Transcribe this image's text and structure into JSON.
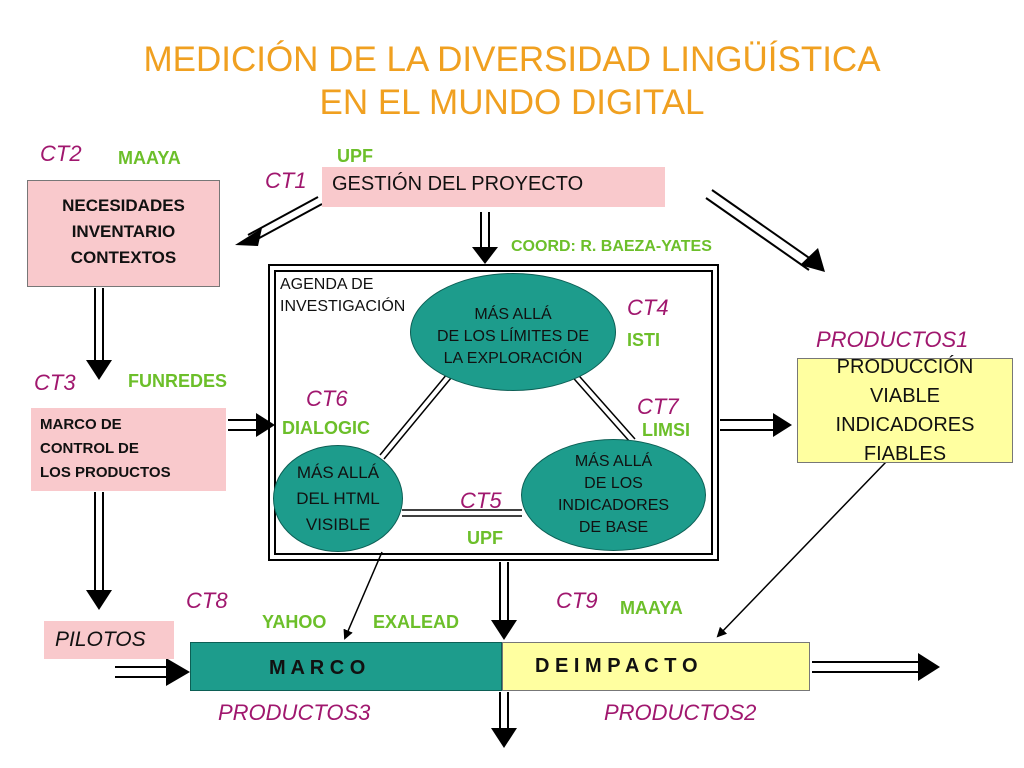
{
  "title": {
    "line1": "MEDICIÓN DE LA DIVERSIDAD LINGÜÍSTICA",
    "line2": "EN EL MUNDO DIGITAL"
  },
  "labels": {
    "ct1": "CT1",
    "ct2": "CT2",
    "ct3": "CT3",
    "ct4": "CT4",
    "ct5": "CT5",
    "ct6": "CT6",
    "ct7": "CT7",
    "ct8": "CT8",
    "ct9": "CT9"
  },
  "orgs": {
    "maaya_top": "MAAYA",
    "upf_top": "UPF",
    "coord": "COORD: R. BAEZA-YATES",
    "funredes": "FUNREDES",
    "isti": "ISTI",
    "dialogic": "DIALOGIC",
    "limsi": "LIMSI",
    "upf_mid": "UPF",
    "yahoo": "YAHOO",
    "exalead": "EXALEAD",
    "maaya_bottom": "MAAYA"
  },
  "boxes": {
    "gestion": "GESTIÓN DEL PROYECTO",
    "necesidades": [
      "NECESIDADES",
      "INVENTARIO",
      "CONTEXTOS"
    ],
    "marco_control": [
      "MARCO DE",
      "CONTROL DE",
      "LOS PRODUCTOS"
    ],
    "produccion": [
      "PRODUCCIÓN",
      "VIABLE",
      "INDICADORES",
      "FIABLES"
    ],
    "pilotos": "PILOTOS",
    "marco": "M A R C O",
    "impacto": "D E I M P A C T O"
  },
  "agenda": {
    "label": [
      "AGENDA DE",
      "INVESTIGACIÓN"
    ],
    "ellipse_top": [
      "MÁS ALLÁ",
      "DE LOS LÍMITES DE",
      "LA EXPLORACIÓN"
    ],
    "ellipse_left": [
      "MÁS ALLÁ",
      "DEL HTML",
      "VISIBLE"
    ],
    "ellipse_right": [
      "MÁS ALLÁ",
      "DE LOS",
      "INDICADORES",
      "DE BASE"
    ]
  },
  "products": {
    "p1": "PRODUCTOS1",
    "p2": "PRODUCTOS2",
    "p3": "PRODUCTOS3"
  },
  "colors": {
    "title": "#f0a020",
    "ct": "#a0176e",
    "org": "#6cbf2a",
    "pink": "#f9c9cc",
    "yellow": "#ffffa0",
    "teal": "#1d9c8c"
  }
}
